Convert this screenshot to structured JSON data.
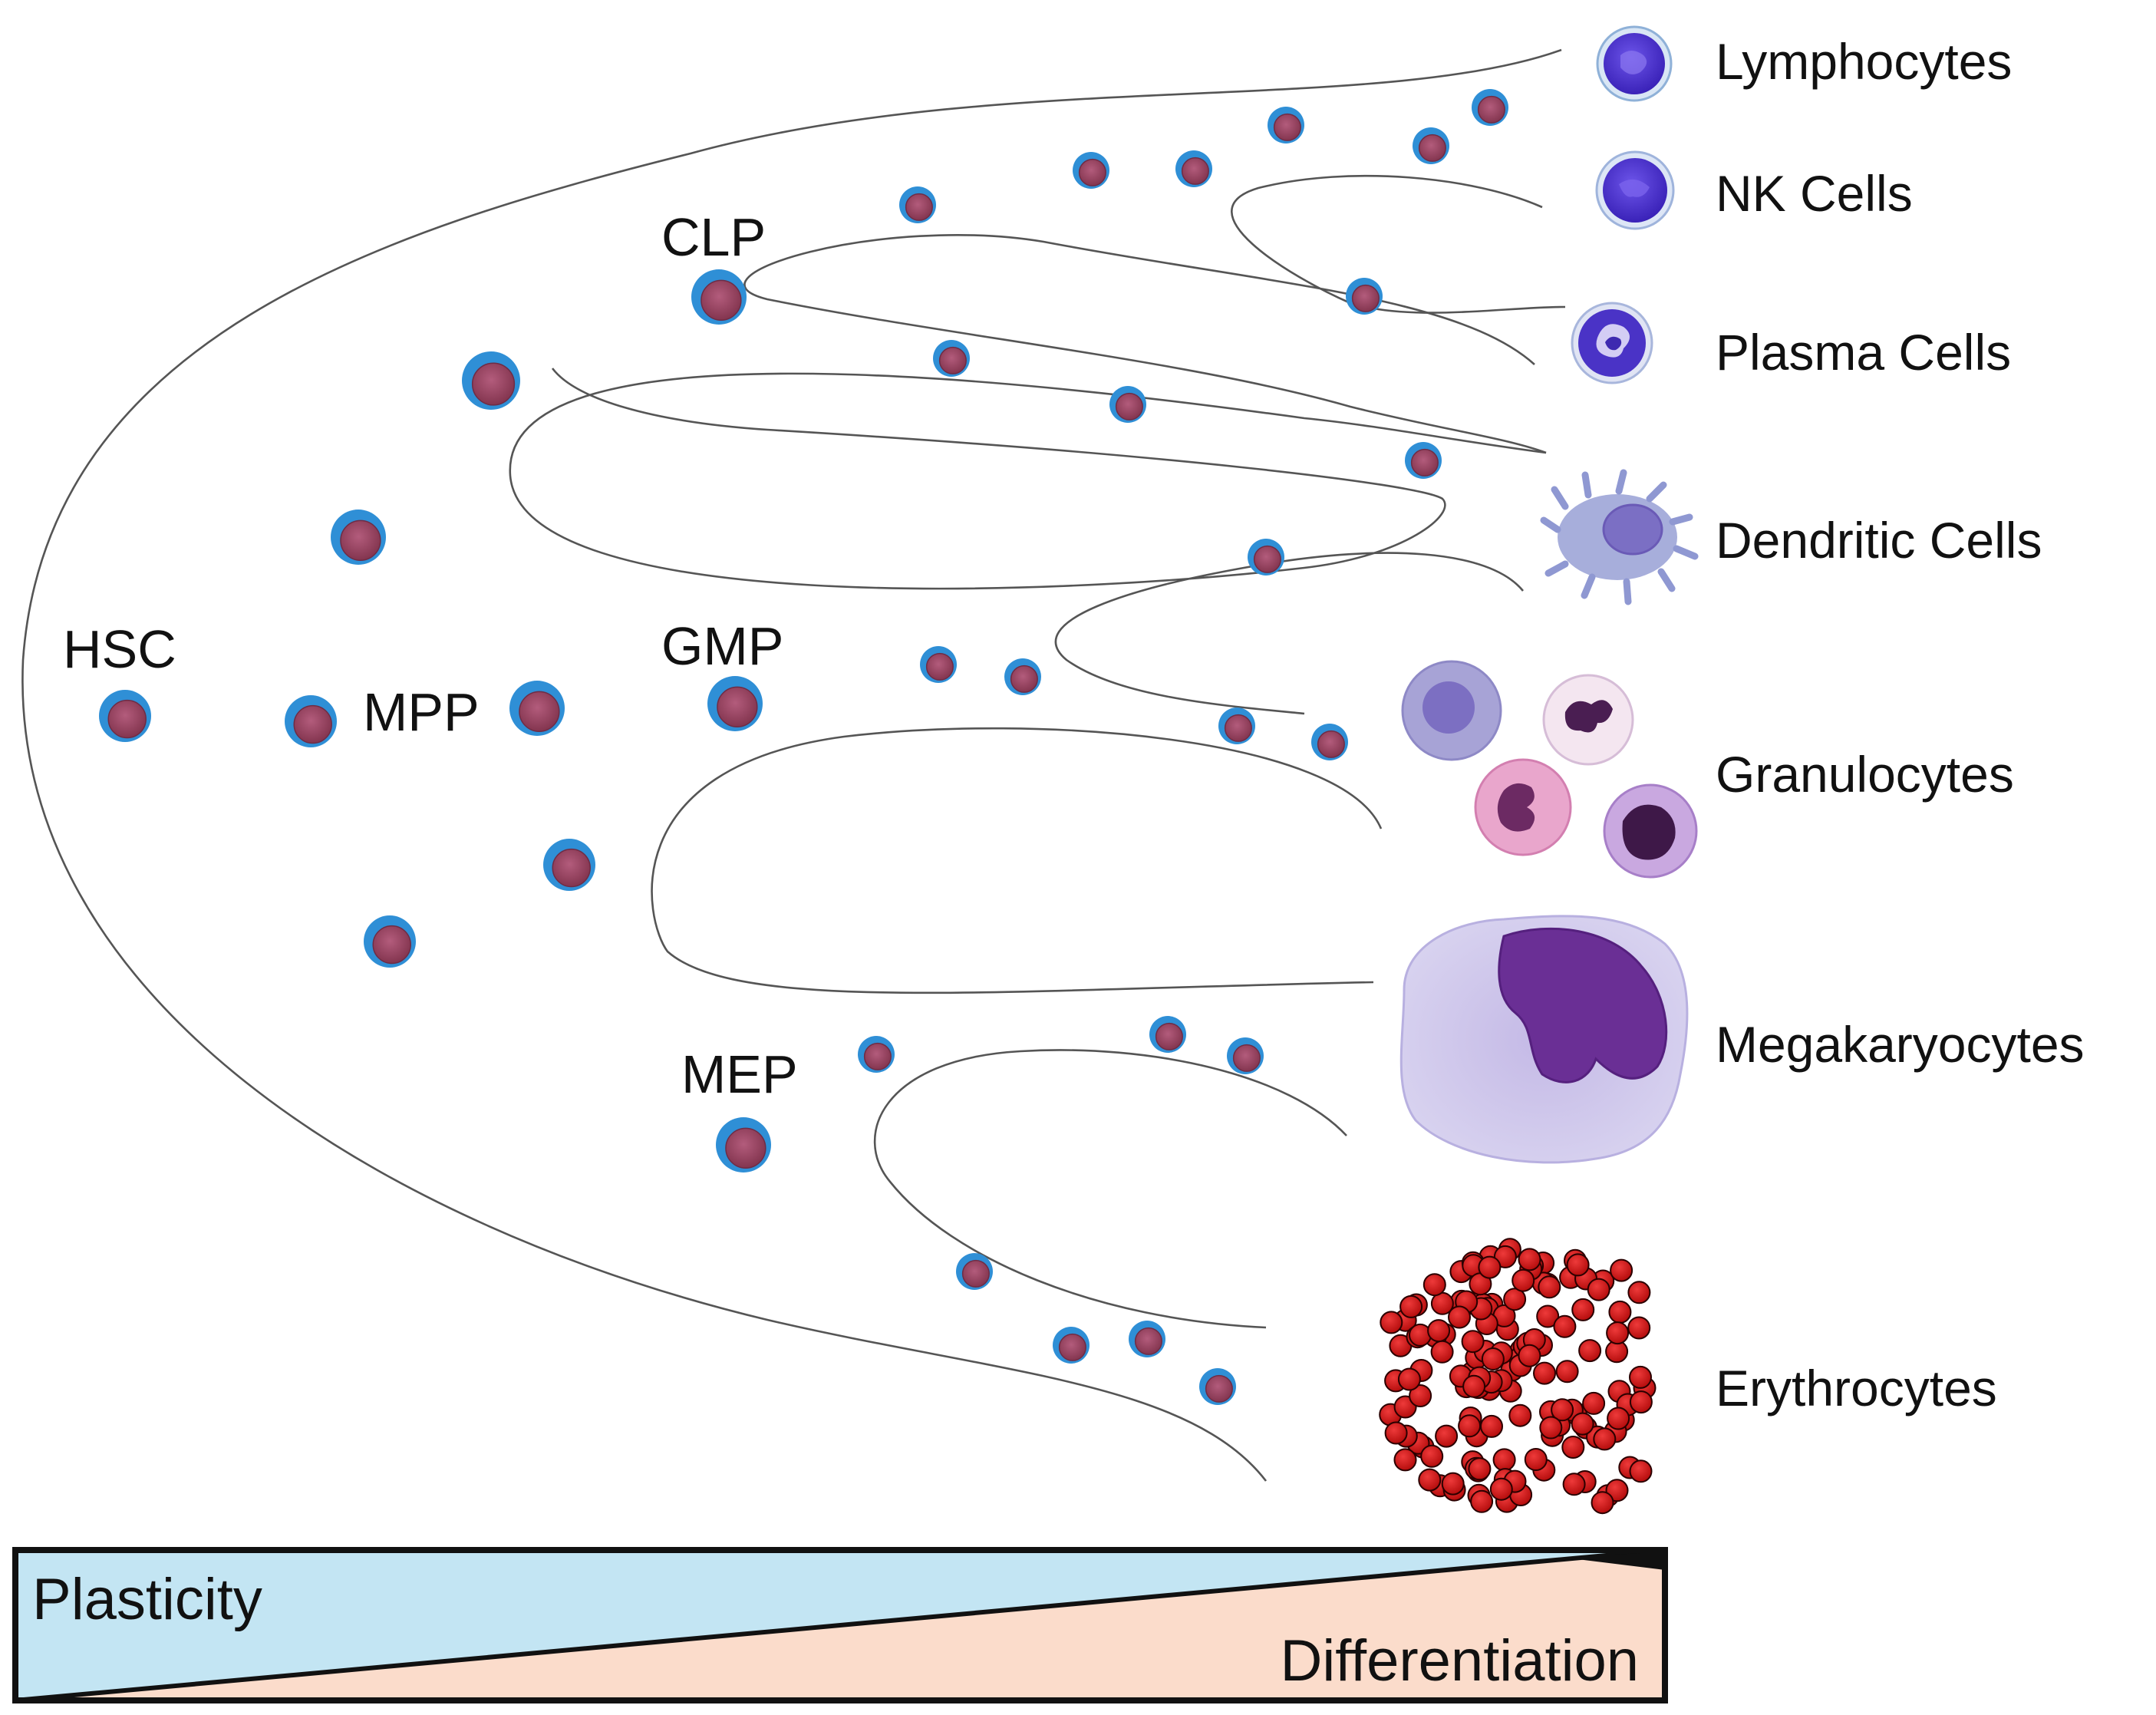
{
  "stages": {
    "hsc": "HSC",
    "mpp": "MPP",
    "clp": "CLP",
    "gmp": "GMP",
    "mep": "MEP"
  },
  "cell_types": [
    {
      "label": "Lymphocytes",
      "icon": "lymphocyte-icon"
    },
    {
      "label": "NK Cells",
      "icon": "nk-cell-icon"
    },
    {
      "label": "Plasma Cells",
      "icon": "plasma-cell-icon"
    },
    {
      "label": "Dendritic Cells",
      "icon": "dendritic-cell-icon"
    },
    {
      "label": "Granulocytes",
      "icon": "granulocytes-icon"
    },
    {
      "label": "Megakaryocytes",
      "icon": "megakaryocyte-icon"
    },
    {
      "label": "Erythrocytes",
      "icon": "erythrocytes-icon"
    }
  ],
  "gradient_bar": {
    "left_label": "Plasticity",
    "right_label": "Differentiation",
    "left_color": "#c3e5f3",
    "right_color": "#fbdccb"
  },
  "colors": {
    "progenitor_membrane": "#2f8fd6",
    "progenitor_nucleus": "#9b4a68",
    "lymphoid_cell": "#4a2fd0",
    "erythrocyte": "#d01414",
    "megakaryocyte_nucleus": "#6a2f95"
  }
}
